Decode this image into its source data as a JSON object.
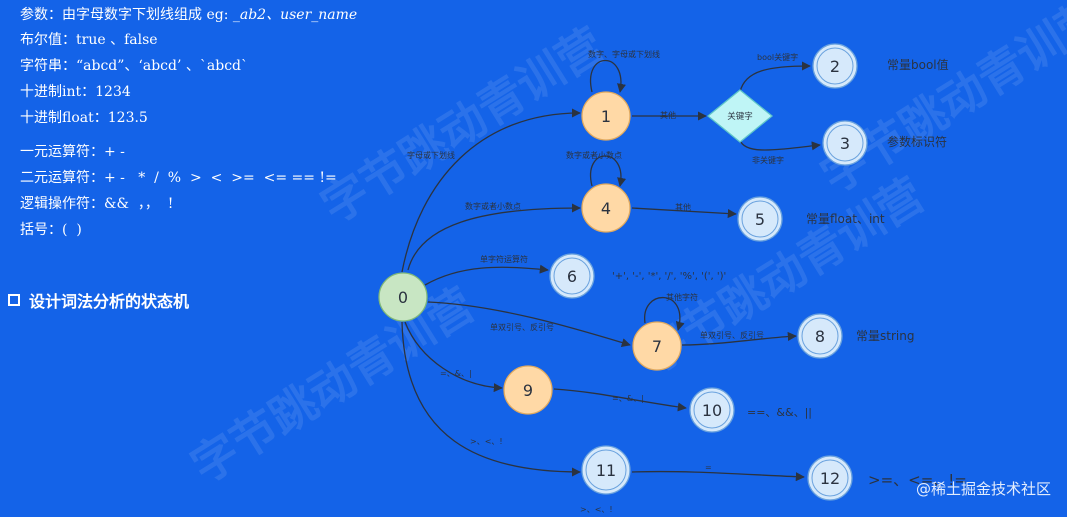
{
  "rules": [
    {
      "label": "参数：",
      "value": "由字母数字下划线组成 eg: ",
      "extra": "_ab2、user_name"
    },
    {
      "label": "布尔值：",
      "value": "true 、false"
    },
    {
      "label": "字符串：",
      "value": "“abcd”、‘abcd’ 、`abcd`"
    },
    {
      "label": "十进制int：",
      "value": "1234"
    },
    {
      "label": "十进制float：",
      "value": "123.5"
    },
    {
      "label": "一元运算符：",
      "value": "+ -"
    },
    {
      "label": "二元运算符：",
      "value": "+ -   *  /  %  >  <  >=  <= == !="
    },
    {
      "label": "逻辑操作符：",
      "value": "&&  ，，  !"
    },
    {
      "label": "括号：",
      "value": "(  )"
    }
  ],
  "section_heading": "设计词法分析的状态机",
  "watermark_text": "字节跳动青训营",
  "corner_mark": "@稀土掘金技术社区",
  "nodes": [
    {
      "id": "0",
      "label": "0",
      "color": "#c8e6c3",
      "stroke": "#7fb87a"
    },
    {
      "id": "1",
      "label": "1",
      "color": "#ffd9a6",
      "stroke": "#e0a95f"
    },
    {
      "id": "2",
      "label": "2",
      "color": "#d6e9fb",
      "stroke": "#6aa2de",
      "double": true
    },
    {
      "id": "3",
      "label": "3",
      "color": "#d6e9fb",
      "stroke": "#6aa2de",
      "double": true
    },
    {
      "id": "4",
      "label": "4",
      "color": "#ffd9a6",
      "stroke": "#e0a95f"
    },
    {
      "id": "5",
      "label": "5",
      "color": "#d6e9fb",
      "stroke": "#6aa2de",
      "double": true
    },
    {
      "id": "6",
      "label": "6",
      "color": "#d6e9fb",
      "stroke": "#6aa2de",
      "double": true
    },
    {
      "id": "7",
      "label": "7",
      "color": "#ffd9a6",
      "stroke": "#e0a95f"
    },
    {
      "id": "8",
      "label": "8",
      "color": "#d6e9fb",
      "stroke": "#6aa2de",
      "double": true
    },
    {
      "id": "9",
      "label": "9",
      "color": "#ffd9a6",
      "stroke": "#e0a95f"
    },
    {
      "id": "10",
      "label": "10",
      "color": "#d6e9fb",
      "stroke": "#6aa2de",
      "double": true
    },
    {
      "id": "11",
      "label": "11",
      "color": "#d6e9fb",
      "stroke": "#6aa2de",
      "double": true
    },
    {
      "id": "12",
      "label": "12",
      "color": "#d6e9fb",
      "stroke": "#6aa2de",
      "double": true
    }
  ],
  "decision": {
    "label": "关键字",
    "color": "#bff5f6",
    "stroke": "#5fc6c9"
  },
  "edge_labels": {
    "e0_1": "字母或下划线",
    "e1_self": "数字、字母或下划线",
    "e1_kw": "其他",
    "ekw_2": "bool关键字",
    "ekw_3": "非关键字",
    "e0_4": "数字或者小数点",
    "e4_self": "数字或者小数点",
    "e4_5": "其他",
    "e0_6": "单字符运算符",
    "e0_7": "单双引号、反引号",
    "e7_self": "其他字符",
    "e7_8": "单双引号、反引号",
    "e0_9": "=、&、|",
    "e9_10": "=、&、|",
    "e0_11": ">、<、!",
    "e11_12": "=",
    "e11_below": ">、<、!"
  },
  "result_labels": {
    "r2": "常量bool值",
    "r3": "参数标识符",
    "r5": "常量float、int",
    "r6": "'+', '-', '*', '/', '%', '(', ')'",
    "r8": "常量string",
    "r10": "==、&&、||",
    "r12": ">=、<=、!="
  }
}
